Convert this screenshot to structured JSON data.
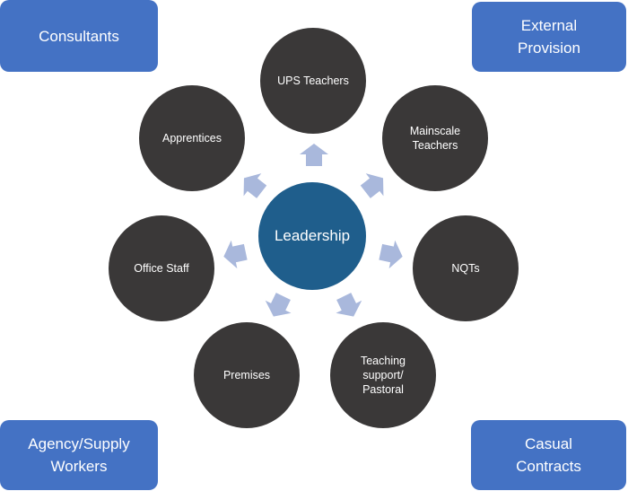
{
  "center": {
    "label": "Leadership"
  },
  "nodes": [
    {
      "label": "UPS Teachers"
    },
    {
      "label": "Mainscale\nTeachers"
    },
    {
      "label": "NQTs"
    },
    {
      "label": "Teaching\nsupport/\nPastoral"
    },
    {
      "label": "Premises"
    },
    {
      "label": "Office Staff"
    },
    {
      "label": "Apprentices"
    }
  ],
  "corners": {
    "top_left": "Consultants",
    "top_right": "External\nProvision",
    "bottom_left": "Agency/Supply\nWorkers",
    "bottom_right": "Casual\nContracts"
  },
  "colors": {
    "corner_fill": "#4472c4",
    "node_fill": "#3a3838",
    "center_fill": "#1f5e8c",
    "arrow_fill": "#a9b8dc"
  }
}
